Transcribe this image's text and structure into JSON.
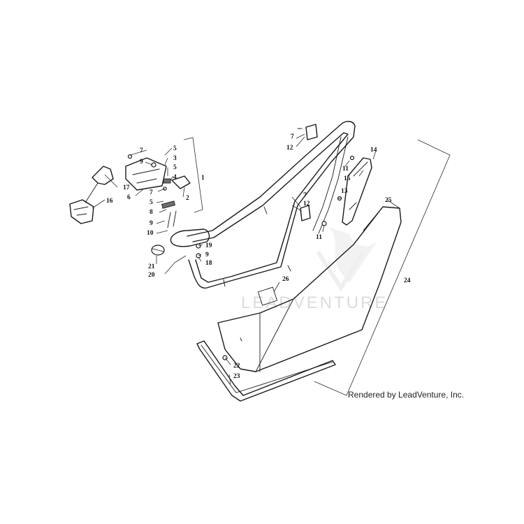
{
  "watermark": {
    "text": "LEADVENTURE"
  },
  "credit": "Rendered by LeadVenture, Inc.",
  "callouts": {
    "c1": "1",
    "c2": "2",
    "c3": "3",
    "c4": "4",
    "c5a": "5",
    "c5b": "5",
    "c5c": "5",
    "c6": "6",
    "c7a": "7",
    "c7b": "7",
    "c7c": "7",
    "c7d": "7",
    "c8": "8",
    "c9a": "9",
    "c9b": "9",
    "c9c": "9",
    "c10": "10",
    "c11a": "11",
    "c11b": "11",
    "c12a": "12",
    "c12b": "12",
    "c13": "13",
    "c14": "14",
    "c15": "15",
    "c16": "16",
    "c17": "17",
    "c18": "18",
    "c19": "19",
    "c20": "20",
    "c21": "21",
    "c22": "22",
    "c23": "23",
    "c24": "24",
    "c25": "25",
    "c26": "26"
  }
}
